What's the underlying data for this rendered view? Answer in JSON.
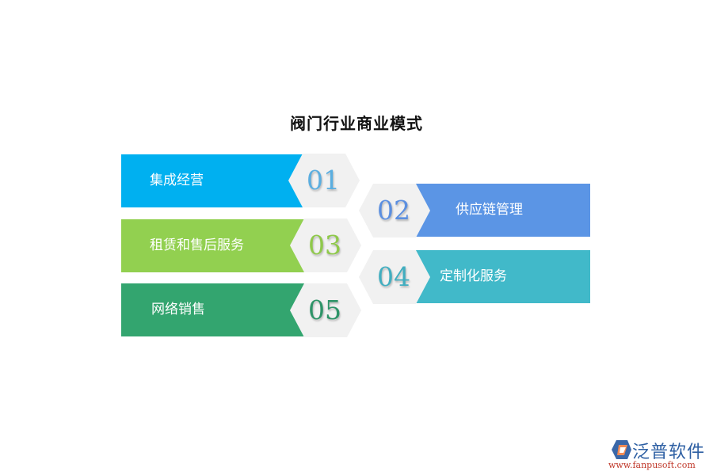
{
  "title": "阀门行业商业模式",
  "items": [
    {
      "num": "01",
      "label": "集成经营",
      "color": "#00b0f0",
      "num_color": "#5aaee0"
    },
    {
      "num": "02",
      "label": "供应链管理",
      "color": "#5b95e5",
      "num_color": "#5b8fe0"
    },
    {
      "num": "03",
      "label": "租赁和售后服务",
      "color": "#92d050",
      "num_color": "#8fc94a"
    },
    {
      "num": "04",
      "label": "定制化服务",
      "color": "#41b9c9",
      "num_color": "#41aec0"
    },
    {
      "num": "05",
      "label": "网络销售",
      "color": "#33a56f",
      "num_color": "#2e9468"
    }
  ],
  "hex_color": "#f1f1f1",
  "logo": {
    "name": "泛普软件",
    "url": "www.fanpusoft.com"
  }
}
